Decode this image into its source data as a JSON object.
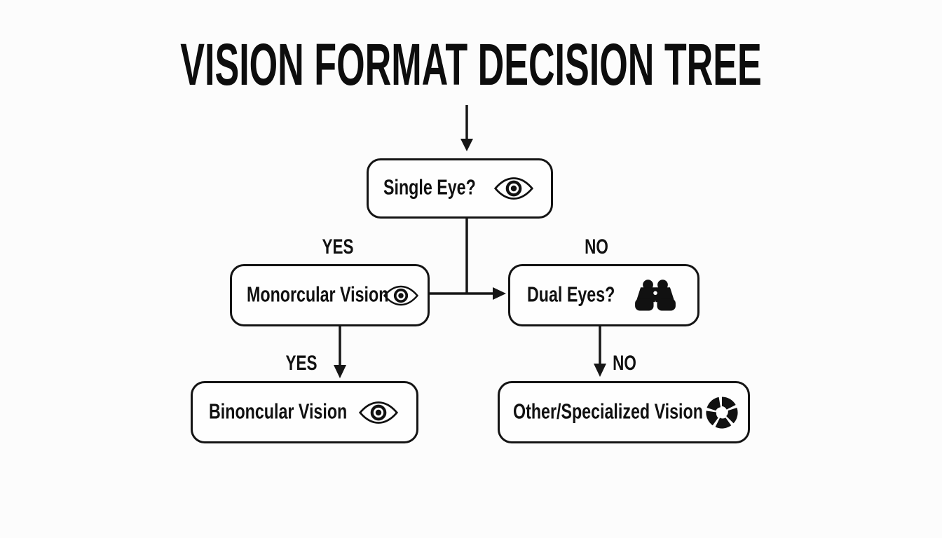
{
  "title": "VISION FORMAT DECISION TREE",
  "colors": {
    "background": "#fcfcfc",
    "box_fill": "#fefefe",
    "stroke": "#141414",
    "text": "#111111"
  },
  "nodes": {
    "root": {
      "label": "Single Eye?",
      "icon": "eye-icon"
    },
    "monocular": {
      "label": "Monorcular Vision",
      "icon": "eye-icon"
    },
    "dual": {
      "label": "Dual Eyes?",
      "icon": "binoculars-icon"
    },
    "binocular": {
      "label": "Binoncular Vision",
      "icon": "eye-icon"
    },
    "other": {
      "label": "Other/Specialized Vision",
      "icon": "shutter-icon"
    }
  },
  "edges": {
    "root_to_monocular": "YES",
    "root_to_dual": "NO",
    "monocular_to_binocular": "YES",
    "dual_to_other": "NO"
  }
}
